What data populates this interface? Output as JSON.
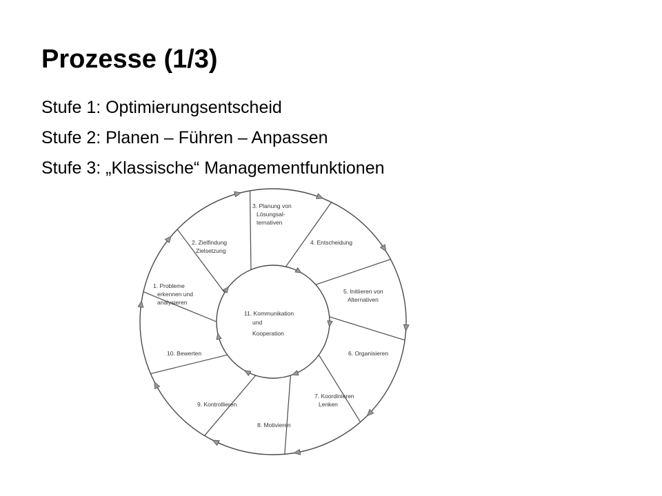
{
  "slide": {
    "title": "Prozesse (1/3)",
    "steps": [
      "Stufe 1: Optimierungsentscheid",
      "Stufe 2: Planen – Führen – Anpassen",
      "Stufe 3: „Klassische“ Managementfunktionen"
    ]
  },
  "diagram": {
    "stroke_color": "#4a4a4a",
    "arrow_color": "#9a9a9a",
    "segments": [
      {
        "id": "s1",
        "lines": [
          "1. Probleme",
          "erkennen und",
          "analysieren"
        ]
      },
      {
        "id": "s2",
        "lines": [
          "2. Zielfindung",
          "Zielsetzung"
        ]
      },
      {
        "id": "s3",
        "lines": [
          "3. Planung von",
          "Lösungsal-",
          "ternativen"
        ]
      },
      {
        "id": "s4",
        "lines": [
          "4. Entscheidung"
        ]
      },
      {
        "id": "s5",
        "lines": [
          "5. Initiieren von",
          "Alternativen"
        ]
      },
      {
        "id": "s6",
        "lines": [
          "6. Organisieren"
        ]
      },
      {
        "id": "s7",
        "lines": [
          "7. Koordinieren",
          "Lenken"
        ]
      },
      {
        "id": "s8",
        "lines": [
          "8. Motivieren"
        ]
      },
      {
        "id": "s9",
        "lines": [
          "9. Kontrollieren"
        ]
      },
      {
        "id": "s10",
        "lines": [
          "10. Bewerten"
        ]
      }
    ],
    "center": {
      "lines": [
        "11. Kommunikation",
        "und",
        "Kooperation"
      ]
    }
  }
}
